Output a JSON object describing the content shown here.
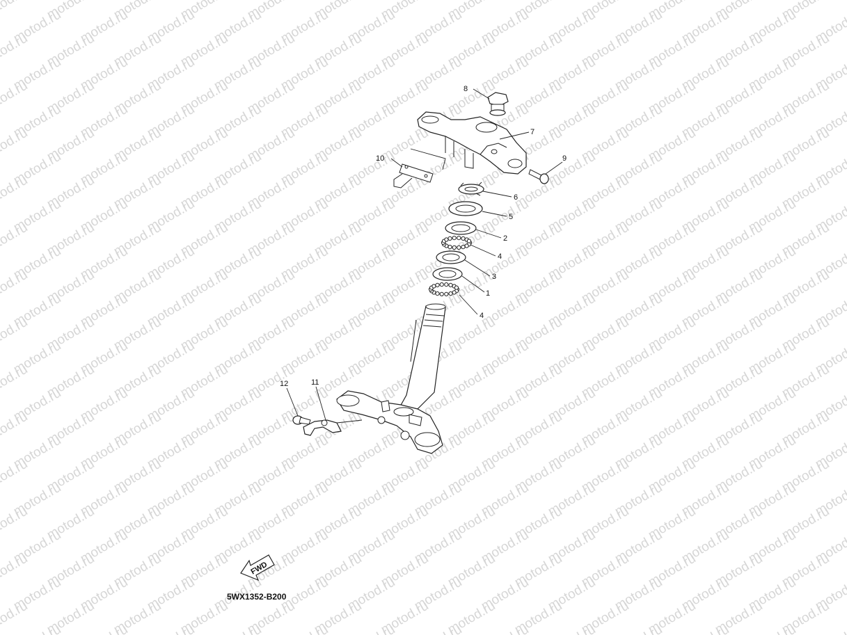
{
  "watermark": {
    "text": "motod.ru",
    "color": "#d6d6d6"
  },
  "callouts": [
    {
      "id": "1",
      "label": "1"
    },
    {
      "id": "2",
      "label": "2"
    },
    {
      "id": "3",
      "label": "3"
    },
    {
      "id": "4a",
      "label": "4"
    },
    {
      "id": "4b",
      "label": "4"
    },
    {
      "id": "5",
      "label": "5"
    },
    {
      "id": "6",
      "label": "6"
    },
    {
      "id": "7",
      "label": "7"
    },
    {
      "id": "8",
      "label": "8"
    },
    {
      "id": "9",
      "label": "9"
    },
    {
      "id": "10",
      "label": "10"
    },
    {
      "id": "11",
      "label": "11"
    },
    {
      "id": "12",
      "label": "12"
    }
  ],
  "fwd_arrow": {
    "label": "FWD"
  },
  "drawing_code": "5WX1352-B200"
}
